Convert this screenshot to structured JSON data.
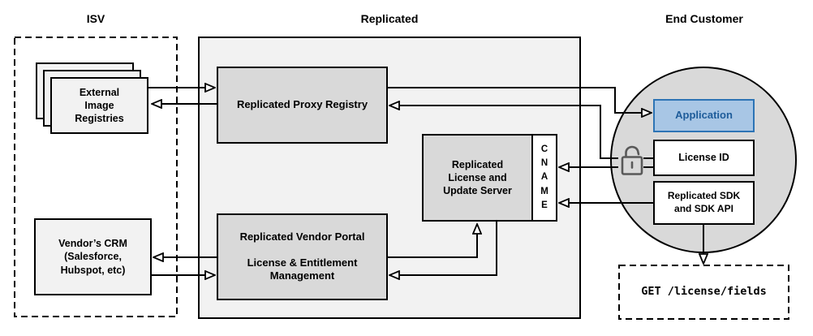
{
  "headers": {
    "isv": "ISV",
    "replicated": "Replicated",
    "end_customer": "End Customer"
  },
  "boxes": {
    "external_image_registries": {
      "label": "External\nImage\nRegistries"
    },
    "vendor_crm": {
      "label": "Vendor’s CRM\n(Salesforce,\nHubspot, etc)"
    },
    "proxy_registry": {
      "label": "Replicated Proxy Registry"
    },
    "license_update_server": {
      "label": "Replicated\nLicense and\nUpdate Server",
      "cname_label": "CNAME"
    },
    "vendor_portal": {
      "title": "Replicated Vendor Portal",
      "subtitle": "License & Entitlement\nManagement"
    },
    "application": {
      "label": "Application"
    },
    "license_id": {
      "label": "License ID"
    },
    "replicated_sdk": {
      "label": "Replicated SDK\nand SDK API"
    },
    "api_request": {
      "label": "GET /license/fields"
    }
  },
  "icons": {
    "lock": "unlocked-padlock-icon"
  },
  "colors": {
    "zone_fill": "#f2f2f2",
    "inner_box_fill": "#d9d9d9",
    "circle_fill": "#d9d9d9",
    "application_fill": "#a8c6e5",
    "application_border": "#2d74b5",
    "application_text": "#1e5c9a",
    "line": "#000000",
    "lock": "#595959",
    "white_box_fill": "#ffffff"
  },
  "connections": [
    {
      "from": "external-image-registries",
      "to": "replicated-proxy-registry"
    },
    {
      "from": "replicated-proxy-registry",
      "to": "external-image-registries"
    },
    {
      "from": "replicated-proxy-registry",
      "to": "application"
    },
    {
      "from": "license-id",
      "to": "replicated-proxy-registry"
    },
    {
      "from": "license-id",
      "to": "license-update-server-cname"
    },
    {
      "from": "replicated-sdk",
      "to": "license-update-server-cname"
    },
    {
      "from": "replicated-sdk",
      "to": "get-license-fields"
    },
    {
      "from": "replicated-vendor-portal",
      "to": "vendor-crm"
    },
    {
      "from": "vendor-crm",
      "to": "replicated-vendor-portal"
    },
    {
      "from": "replicated-vendor-portal",
      "to": "license-update-server"
    },
    {
      "from": "license-update-server",
      "to": "replicated-vendor-portal"
    }
  ]
}
